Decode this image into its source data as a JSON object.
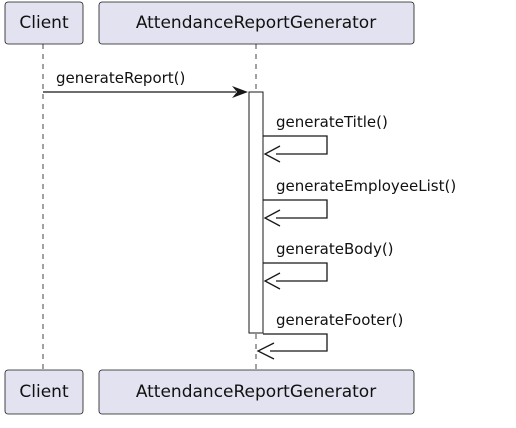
{
  "participants": [
    {
      "id": "client",
      "label": "Client"
    },
    {
      "id": "generator",
      "label": "AttendanceReportGenerator"
    }
  ],
  "messages": [
    {
      "from": "Client",
      "to": "AttendanceReportGenerator",
      "label": "generateReport()"
    },
    {
      "from": "AttendanceReportGenerator",
      "to": "AttendanceReportGenerator",
      "label": "generateTitle()"
    },
    {
      "from": "AttendanceReportGenerator",
      "to": "AttendanceReportGenerator",
      "label": "generateEmployeeList()"
    },
    {
      "from": "AttendanceReportGenerator",
      "to": "AttendanceReportGenerator",
      "label": "generateBody()"
    },
    {
      "from": "AttendanceReportGenerator",
      "to": "AttendanceReportGenerator",
      "label": "generateFooter()"
    }
  ]
}
